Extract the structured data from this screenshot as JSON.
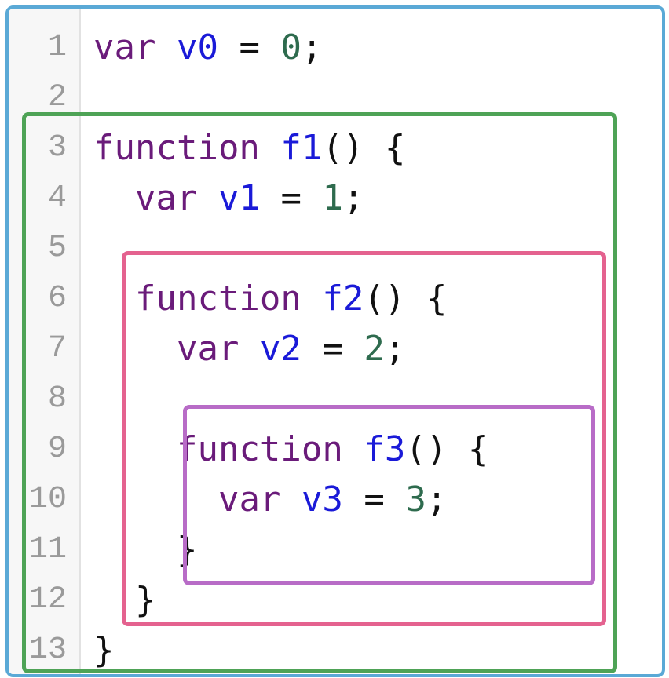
{
  "lines": [
    {
      "number": "1",
      "tokens": {
        "indent": "",
        "kw": "var",
        "name": "v0",
        "post": " = ",
        "num": "0",
        "end": ";"
      }
    },
    {
      "number": "2"
    },
    {
      "number": "3",
      "tokens": {
        "indent": "",
        "kw": "function",
        "name": "f1",
        "post": "() {"
      }
    },
    {
      "number": "4",
      "tokens": {
        "indent": "  ",
        "kw": "var",
        "name": "v1",
        "post": " = ",
        "num": "1",
        "end": ";"
      }
    },
    {
      "number": "5"
    },
    {
      "number": "6",
      "tokens": {
        "indent": "  ",
        "kw": "function",
        "name": "f2",
        "post": "() {"
      }
    },
    {
      "number": "7",
      "tokens": {
        "indent": "    ",
        "kw": "var",
        "name": "v2",
        "post": " = ",
        "num": "2",
        "end": ";"
      }
    },
    {
      "number": "8"
    },
    {
      "number": "9",
      "tokens": {
        "indent": "    ",
        "kw": "function",
        "name": "f3",
        "post": "() {"
      }
    },
    {
      "number": "10",
      "tokens": {
        "indent": "      ",
        "kw": "var",
        "name": "v3",
        "post": " = ",
        "num": "3",
        "end": ";"
      }
    },
    {
      "number": "11",
      "tokens": {
        "indent": "    ",
        "end": "}"
      }
    },
    {
      "number": "12",
      "tokens": {
        "indent": "  ",
        "end": "}"
      }
    },
    {
      "number": "13",
      "tokens": {
        "indent": "",
        "end": "}"
      }
    }
  ],
  "colors": {
    "keyword": "#6a1b7a",
    "identifier": "#1a1ad8",
    "number": "#2e6b4e",
    "scope_global": "#5aa9d6",
    "scope_f1": "#4ea356",
    "scope_f2": "#e4628f",
    "scope_f3": "#b86cc7"
  }
}
